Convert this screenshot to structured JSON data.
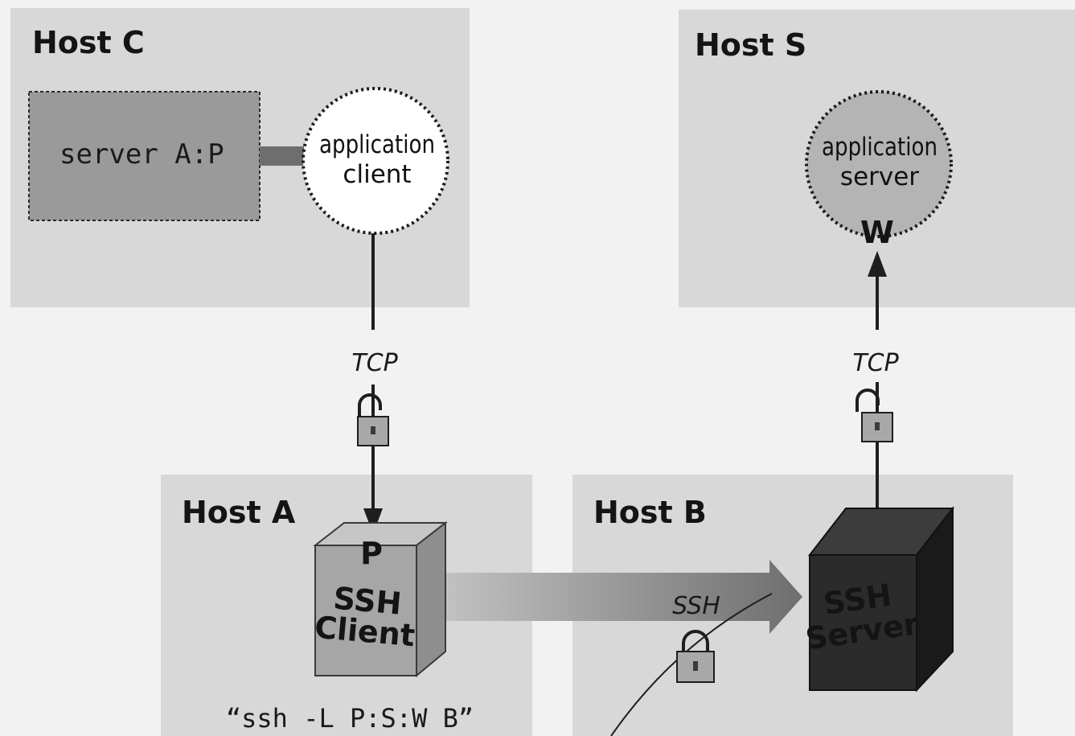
{
  "hosts": {
    "c": {
      "title": "Host C"
    },
    "s": {
      "title": "Host S"
    },
    "a": {
      "title": "Host A"
    },
    "b": {
      "title": "Host B"
    }
  },
  "server_box": {
    "label": "server A:P"
  },
  "app_client": {
    "line1": "application",
    "line2": "client"
  },
  "app_server": {
    "line1": "application",
    "line2": "server",
    "port": "W"
  },
  "connections": {
    "tcp_left": "TCP",
    "tcp_right": "TCP",
    "ssh": "SSH"
  },
  "ssh_client": {
    "port": "P",
    "line1": "SSH",
    "line2": "Client"
  },
  "ssh_server": {
    "line1": "SSH",
    "line2": "Server"
  },
  "command": {
    "text": "“ssh -L P:S:W B”"
  },
  "colors": {
    "panel": "#d8d8d8",
    "server_box": "#9a9a9a",
    "app_server": "#b4b4b4",
    "ssh_client": "#a6a6a6",
    "ssh_server": "#2b2b2b",
    "arrow": "#1e1e1e"
  }
}
